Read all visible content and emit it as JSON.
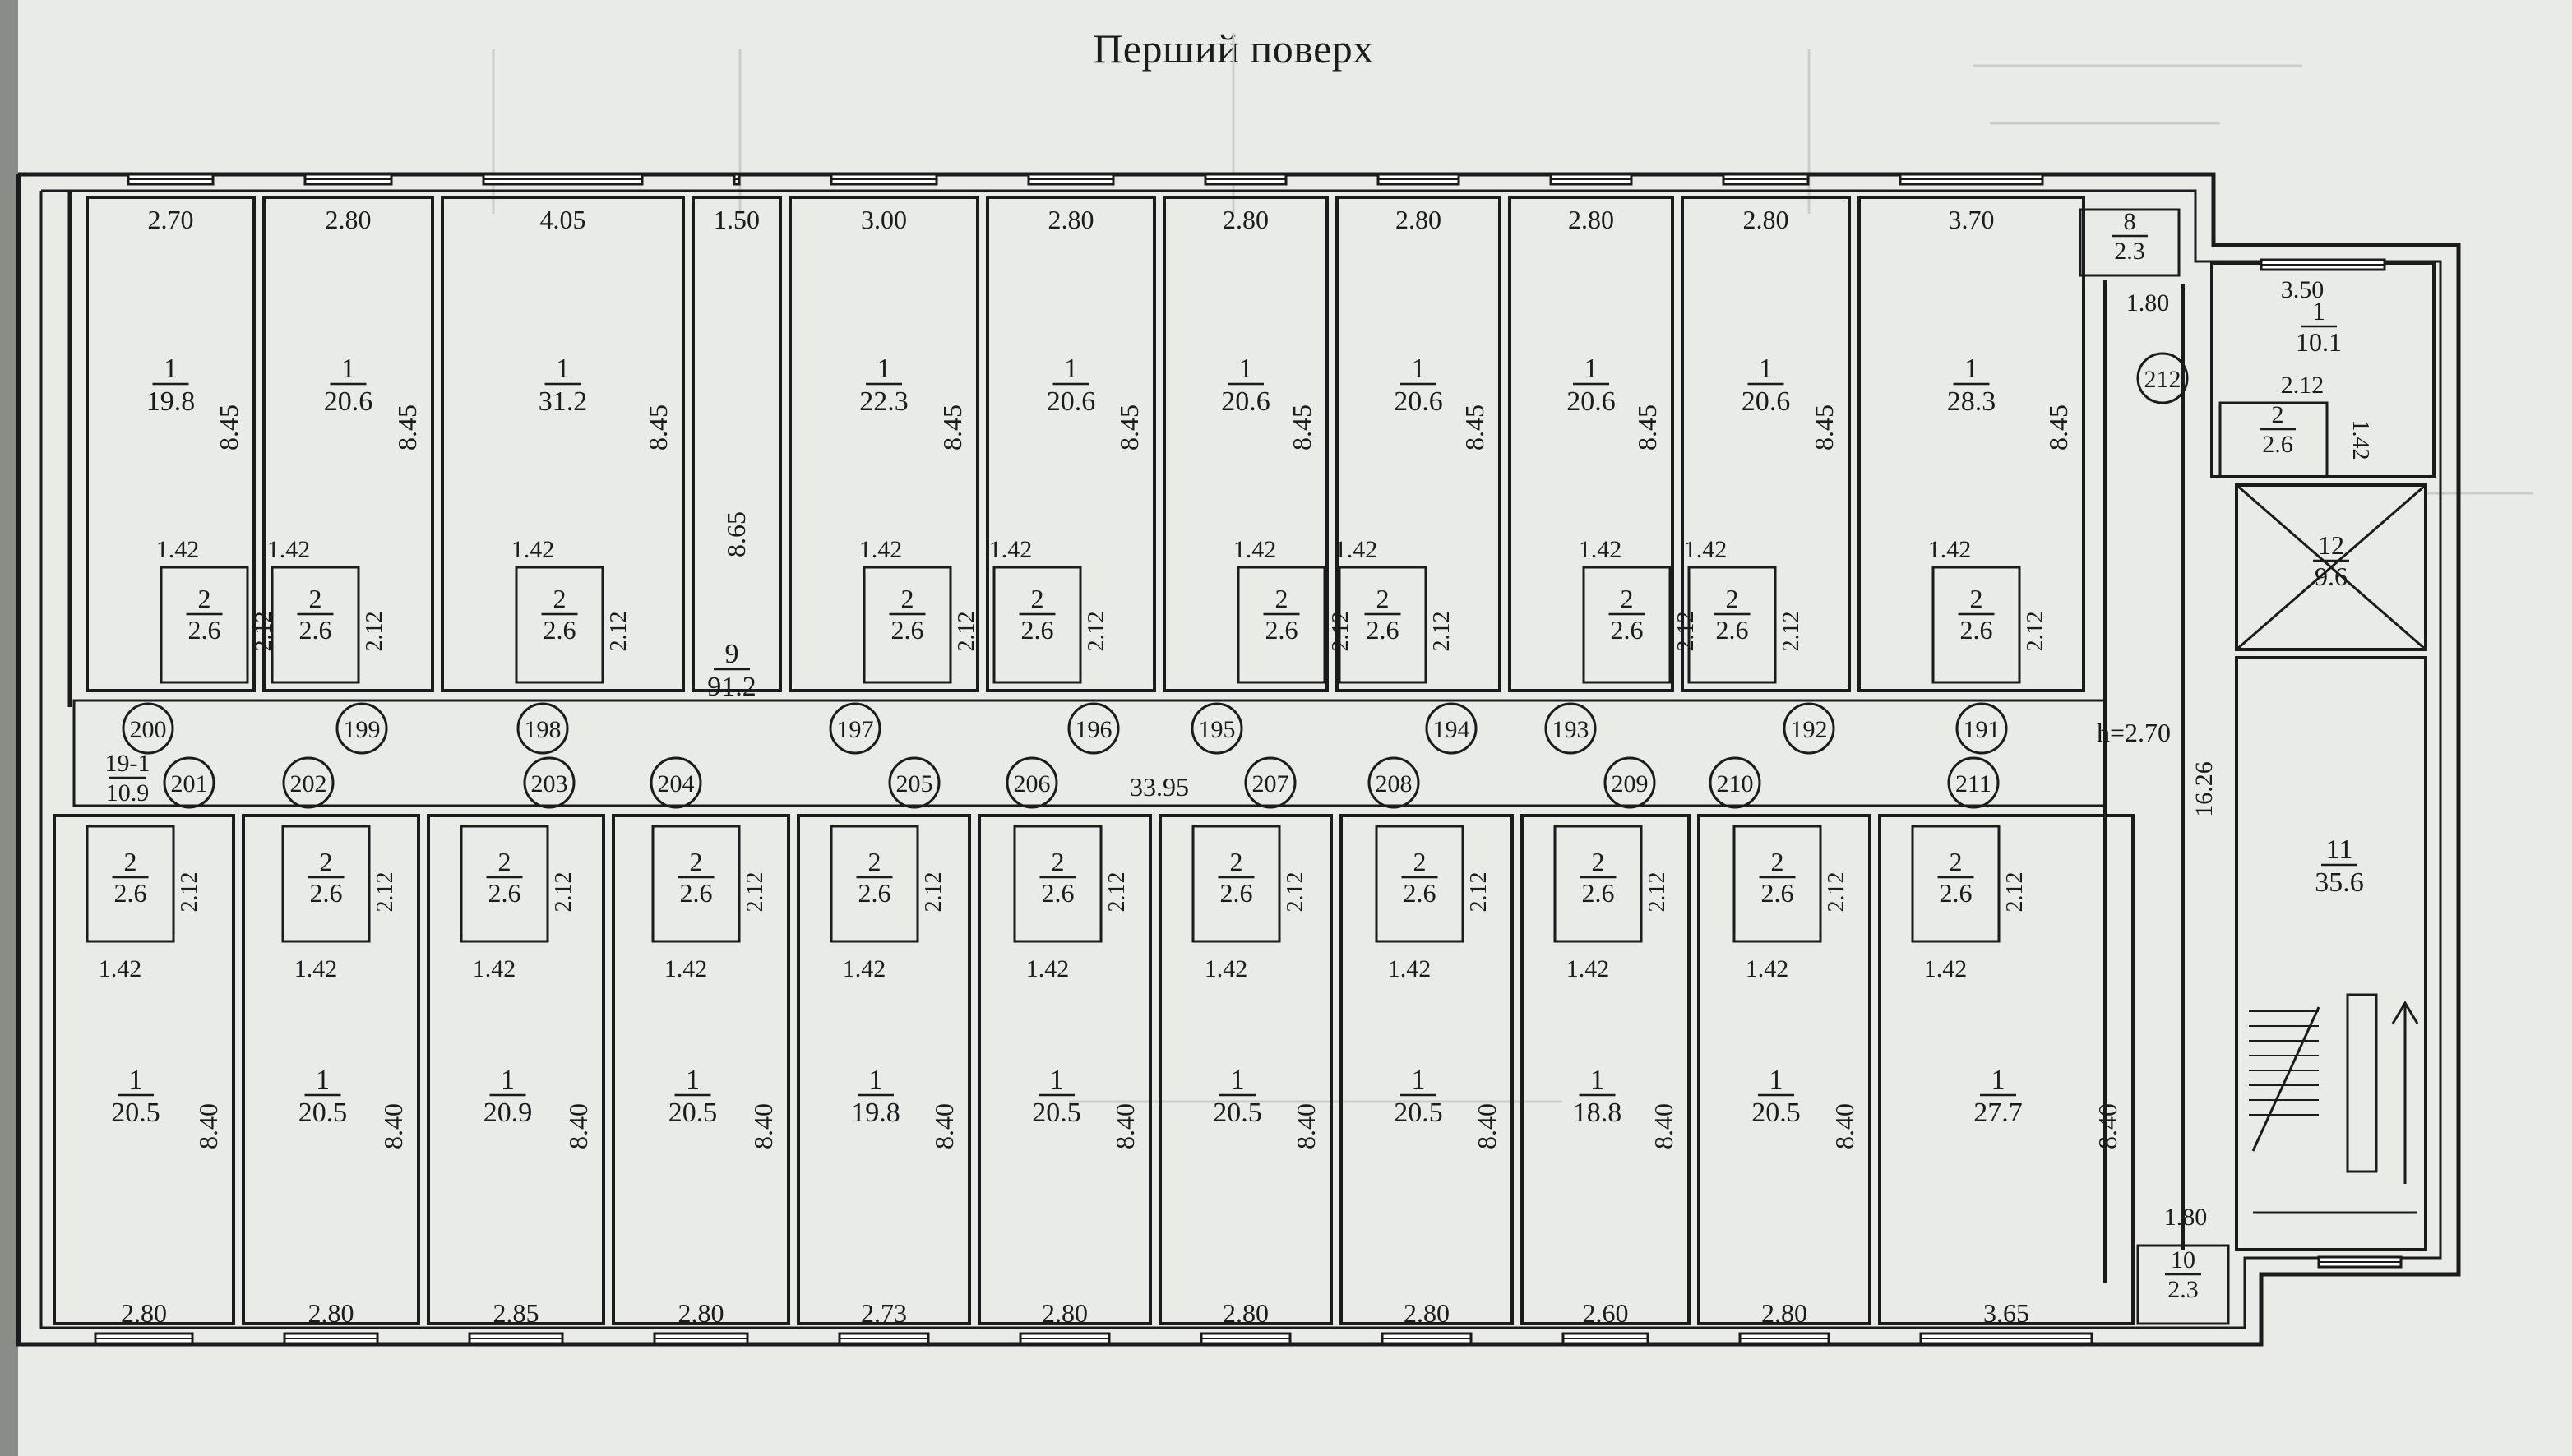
{
  "title": "Перший поверх",
  "colors": {
    "paper": "#e9ebe7",
    "ink": "#1b1b1b",
    "ghost": "#c9cdca",
    "shade": "#8a8c88"
  },
  "top_rooms": [
    {
      "width": "2.70",
      "num": "1",
      "area": "19.8",
      "depth": "8.45",
      "bath": {
        "num": "2",
        "area": "2.6",
        "w": "1.42",
        "d": "2.12"
      }
    },
    {
      "width": "2.80",
      "num": "1",
      "area": "20.6",
      "depth": "8.45",
      "bath": {
        "num": "2",
        "area": "2.6",
        "w": "1.42",
        "d": "2.12"
      }
    },
    {
      "width": "4.05",
      "num": "1",
      "area": "31.2",
      "depth": "8.45",
      "bath": {
        "num": "2",
        "area": "2.6",
        "w": "1.42",
        "d": "2.12"
      }
    },
    {
      "width": "1.50",
      "depth": "8.65"
    },
    {
      "width": "3.00",
      "num": "1",
      "area": "22.3",
      "depth": "8.45",
      "bath": {
        "num": "2",
        "area": "2.6",
        "w": "1.42",
        "d": "2.12"
      }
    },
    {
      "width": "2.80",
      "num": "1",
      "area": "20.6",
      "depth": "8.45",
      "bath": {
        "num": "2",
        "area": "2.6",
        "w": "1.42",
        "d": "2.12"
      }
    },
    {
      "width": "2.80",
      "num": "1",
      "area": "20.6",
      "depth": "8.45",
      "bath": {
        "num": "2",
        "area": "2.6",
        "w": "1.42",
        "d": "2.12"
      }
    },
    {
      "width": "2.80",
      "num": "1",
      "area": "20.6",
      "depth": "8.45",
      "bath": {
        "num": "2",
        "area": "2.6",
        "w": "1.42",
        "d": "2.12"
      }
    },
    {
      "width": "2.80",
      "num": "1",
      "area": "20.6",
      "depth": "8.45",
      "bath": {
        "num": "2",
        "area": "2.6",
        "w": "1.42",
        "d": "2.12"
      }
    },
    {
      "width": "2.80",
      "num": "1",
      "area": "20.6",
      "depth": "8.45",
      "bath": {
        "num": "2",
        "area": "2.6",
        "w": "1.42",
        "d": "2.12"
      }
    },
    {
      "width": "3.70",
      "num": "1",
      "area": "28.3",
      "depth": "8.45",
      "bath": {
        "num": "2",
        "area": "2.6",
        "w": "1.42",
        "d": "2.12"
      }
    }
  ],
  "bottom_rooms": [
    {
      "width": "2.80",
      "num": "1",
      "area": "20.5",
      "depth": "8.40",
      "bath": {
        "num": "2",
        "area": "2.6",
        "w": "1.42",
        "d": "2.12"
      }
    },
    {
      "width": "2.80",
      "num": "1",
      "area": "20.5",
      "depth": "8.40",
      "bath": {
        "num": "2",
        "area": "2.6",
        "w": "1.42",
        "d": "2.12"
      }
    },
    {
      "width": "2.85",
      "num": "1",
      "area": "20.9",
      "depth": "8.40",
      "bath": {
        "num": "2",
        "area": "2.6",
        "w": "1.42",
        "d": "2.12"
      }
    },
    {
      "width": "2.80",
      "num": "1",
      "area": "20.5",
      "depth": "8.40",
      "bath": {
        "num": "2",
        "area": "2.6",
        "w": "1.42",
        "d": "2.12"
      }
    },
    {
      "width": "2.73",
      "num": "1",
      "area": "19.8",
      "depth": "8.40",
      "bath": {
        "num": "2",
        "area": "2.6",
        "w": "1.42",
        "d": "2.12"
      }
    },
    {
      "width": "2.80",
      "num": "1",
      "area": "20.5",
      "depth": "8.40",
      "bath": {
        "num": "2",
        "area": "2.6",
        "w": "1.42",
        "d": "2.12"
      }
    },
    {
      "width": "2.80",
      "num": "1",
      "area": "20.5",
      "depth": "8.40",
      "bath": {
        "num": "2",
        "area": "2.6",
        "w": "1.42",
        "d": "2.12"
      }
    },
    {
      "width": "2.80",
      "num": "1",
      "area": "20.5",
      "depth": "8.40",
      "bath": {
        "num": "2",
        "area": "2.6",
        "w": "1.42",
        "d": "2.12"
      }
    },
    {
      "width": "2.60",
      "num": "1",
      "area": "18.8",
      "depth": "8.40",
      "bath": {
        "num": "2",
        "area": "2.6",
        "w": "1.42",
        "d": "2.12"
      }
    },
    {
      "width": "2.80",
      "num": "1",
      "area": "20.5",
      "depth": "8.40",
      "bath": {
        "num": "2",
        "area": "2.6",
        "w": "1.42",
        "d": "2.12"
      }
    },
    {
      "width": "3.65",
      "num": "1",
      "area": "27.7",
      "depth": "8.40",
      "bath": {
        "num": "2",
        "area": "2.6",
        "w": "1.42",
        "d": "2.12"
      }
    }
  ],
  "corridor": {
    "num": "9",
    "area": "91.2",
    "length": "33.95",
    "height_label": "h=2.70"
  },
  "side_corridor": {
    "length": "16.26"
  },
  "small_rooms": {
    "room8": {
      "num": "8",
      "area": "2.3",
      "width": "1.80"
    },
    "room10": {
      "num": "10",
      "area": "2.3",
      "width": "1.80"
    },
    "room19": {
      "num": "19-1",
      "area": "10.9"
    },
    "room_3_50": {
      "width": "3.50",
      "num": "1",
      "area": "10.1"
    },
    "bath_right": {
      "num": "2",
      "area": "2.6",
      "w": "2.12",
      "d": "1.42"
    },
    "room12": {
      "num": "12",
      "area": "9.6"
    },
    "room11": {
      "num": "11",
      "area": "35.6"
    }
  },
  "door_numbers_top": [
    "200",
    "199",
    "198",
    "197",
    "196",
    "195",
    "194",
    "193",
    "192",
    "191"
  ],
  "door_numbers_bottom": [
    "201",
    "202",
    "203",
    "204",
    "205",
    "206",
    "207",
    "208",
    "209",
    "210",
    "211"
  ],
  "door_number_side": "212"
}
